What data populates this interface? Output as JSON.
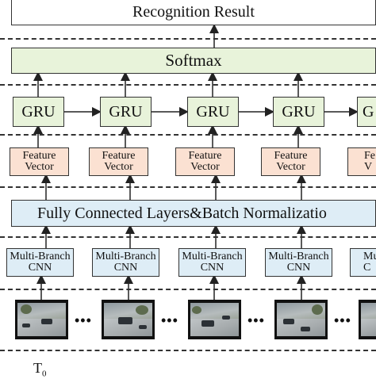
{
  "diagram": {
    "result_label": "Recognition Result",
    "softmax_label": "Softmax",
    "gru_labels": [
      "GRU",
      "GRU",
      "GRU",
      "GRU",
      "G"
    ],
    "feature_labels": [
      [
        "Feature",
        "Vector"
      ],
      [
        "Feature",
        "Vector"
      ],
      [
        "Feature",
        "Vector"
      ],
      [
        "Feature",
        "Vector"
      ],
      [
        "Fe",
        "V"
      ]
    ],
    "fc_label": "Fully Connected Layers&Batch Normalizatio",
    "cnn_labels": [
      [
        "Multi-Branch",
        "CNN"
      ],
      [
        "Multi-Branch",
        "CNN"
      ],
      [
        "Multi-Branch",
        "CNN"
      ],
      [
        "Multi-Branch",
        "CNN"
      ],
      [
        "Mul",
        "C"
      ]
    ],
    "ellipsis": "•••",
    "time_label": "T",
    "time_subscript": "0"
  },
  "colors": {
    "green_box": "#e8f3da",
    "orange_box": "#fbe1d2",
    "blue_box": "#deedf6",
    "line": "#333333"
  }
}
